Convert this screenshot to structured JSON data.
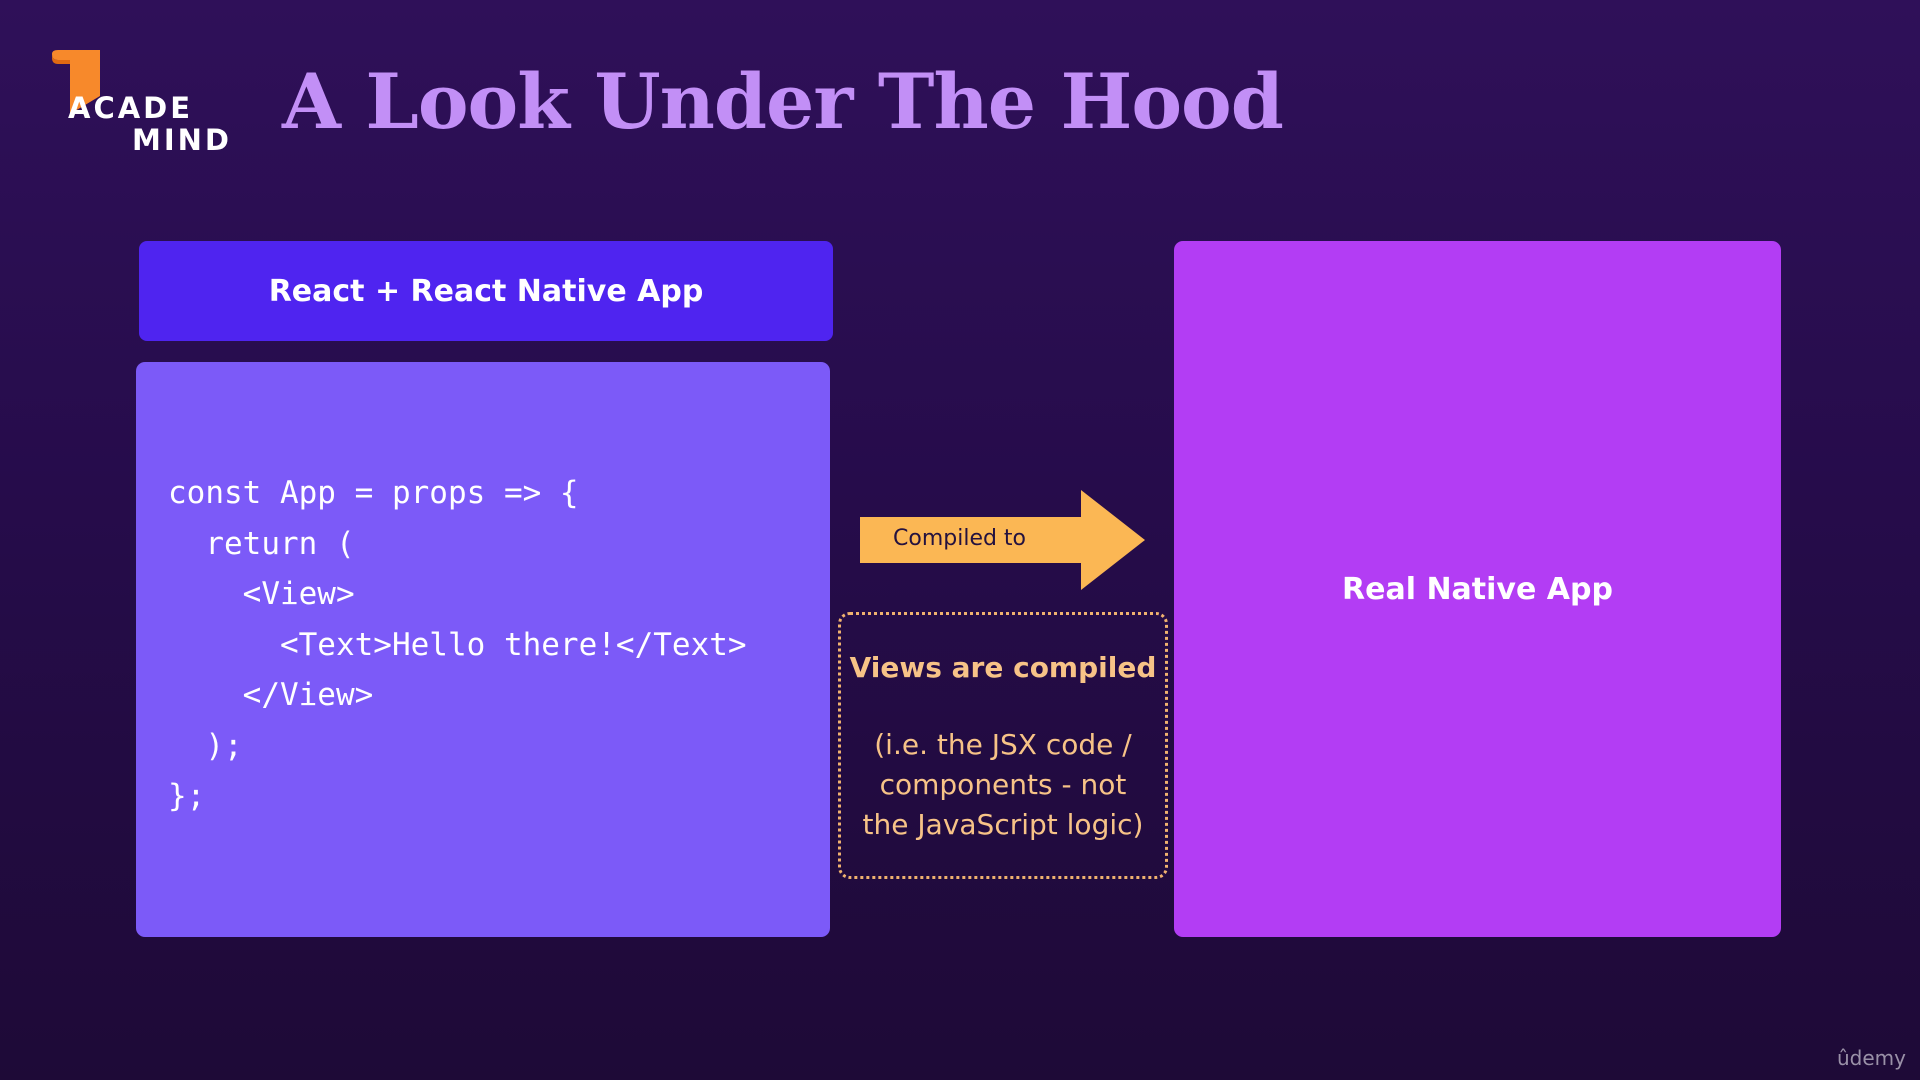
{
  "logo": {
    "line1": "ACADE",
    "line2": "MIND"
  },
  "title": "A Look Under The Hood",
  "left_panel": {
    "header": "React + React Native App",
    "code_lines": [
      "const App = props => {",
      "  return (",
      "    <View>",
      "      <Text>Hello there!</Text>",
      "    </View>",
      "  );",
      "};"
    ]
  },
  "arrow": {
    "label": "Compiled to"
  },
  "note": {
    "title": "Views are compiled",
    "body_lines": [
      "(i.e. the JSX code /",
      "components - not",
      "the JavaScript logic)"
    ]
  },
  "right_panel": {
    "label": "Real Native App"
  },
  "watermark": "ûdemy",
  "colors": {
    "background": "#2a0e50",
    "title": "#c28ff6",
    "header_box": "#4f24f0",
    "code_box": "#7c5af8",
    "arrow": "#fbb754",
    "note_text": "#f7c387",
    "native_box": "#b33df4",
    "logo_accent": "#f7892b"
  },
  "icons": {
    "logo": "academind-book-logo-icon",
    "arrow": "right-arrow-icon"
  }
}
